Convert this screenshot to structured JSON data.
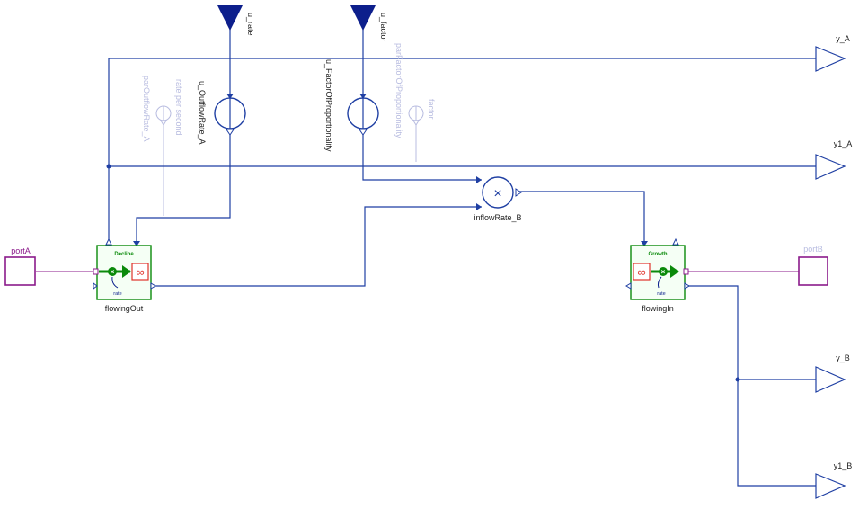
{
  "colors": {
    "signal": "#1f3fa3",
    "ghost": "#b8bce0",
    "port": "#8b1a8b",
    "block_border": "#0a8a0a",
    "block_fill": "#f5fff5",
    "icon_red": "#e0322a",
    "label": "#222222"
  },
  "inputs": {
    "u_rate": "u_rate",
    "u_factor": "u_factor"
  },
  "converters": {
    "outflow_rate": "u_OutflowRate_A",
    "factor_prop": "u_FactorOfProportionality"
  },
  "params": {
    "outflow_rate": "parOutflowRate_A",
    "rate_per_second": "rate per second",
    "factor_prop": "parFactorOfProportionality",
    "factor": "factor"
  },
  "multiply": {
    "label": "inflowRate_B",
    "symbol": "×"
  },
  "blocks": {
    "flowing_out": {
      "title": "Decline",
      "label": "flowingOut",
      "inner": "rate",
      "cross": "×",
      "inf": "∞"
    },
    "flowing_in": {
      "title": "Growth",
      "label": "flowingIn",
      "inner": "rate",
      "cross": "×",
      "inf": "∞"
    }
  },
  "ports": {
    "port_a": "portA",
    "port_b": "portB"
  },
  "outputs": {
    "y_A": "y_A",
    "y1_A": "y1_A",
    "y_B": "y_B",
    "y1_B": "y1_B"
  }
}
